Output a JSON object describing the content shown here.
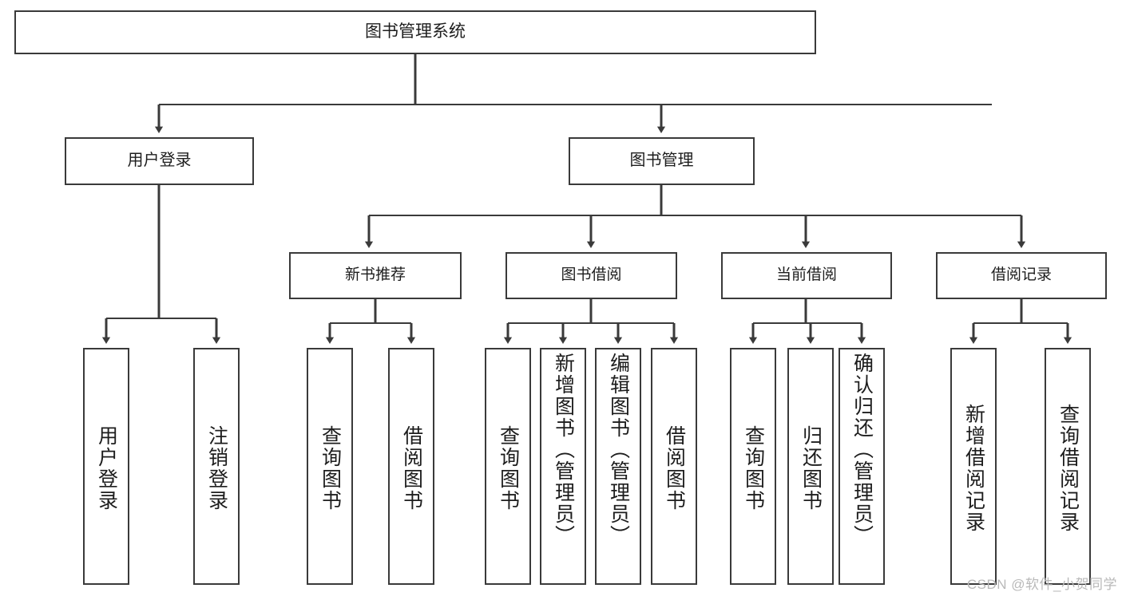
{
  "diagram": {
    "title": "图书管理系统",
    "style": {
      "box_border": "#3a3a3a",
      "box_fill": "#ffffff",
      "line": "#3a3a3a",
      "text": "#1d1d1d",
      "background": "#ffffff",
      "watermark_color": "#b9b9b9"
    },
    "root": {
      "label": "图书管理系统"
    },
    "level2": [
      {
        "label": "用户登录"
      },
      {
        "label": "图书管理"
      }
    ],
    "level3": [
      {
        "label": "新书推荐"
      },
      {
        "label": "图书借阅"
      },
      {
        "label": "当前借阅"
      },
      {
        "label": "借阅记录"
      }
    ],
    "leaves": {
      "user_login": [
        {
          "label": "用户登录"
        },
        {
          "label": "注销登录"
        }
      ],
      "new_book": [
        {
          "label": "查询图书"
        },
        {
          "label": "借阅图书"
        }
      ],
      "book_borrow": [
        {
          "label": "查询图书"
        },
        {
          "label": "新增图书（管理员）"
        },
        {
          "label": "编辑图书（管理员）"
        },
        {
          "label": "借阅图书"
        }
      ],
      "current_borrow": [
        {
          "label": "查询图书"
        },
        {
          "label": "归还图书"
        },
        {
          "label": "确认归还（管理员）"
        }
      ],
      "borrow_record": [
        {
          "label": "新增借阅记录"
        },
        {
          "label": "查询借阅记录"
        }
      ]
    },
    "watermark": "CSDN @软件_小贺同学"
  }
}
